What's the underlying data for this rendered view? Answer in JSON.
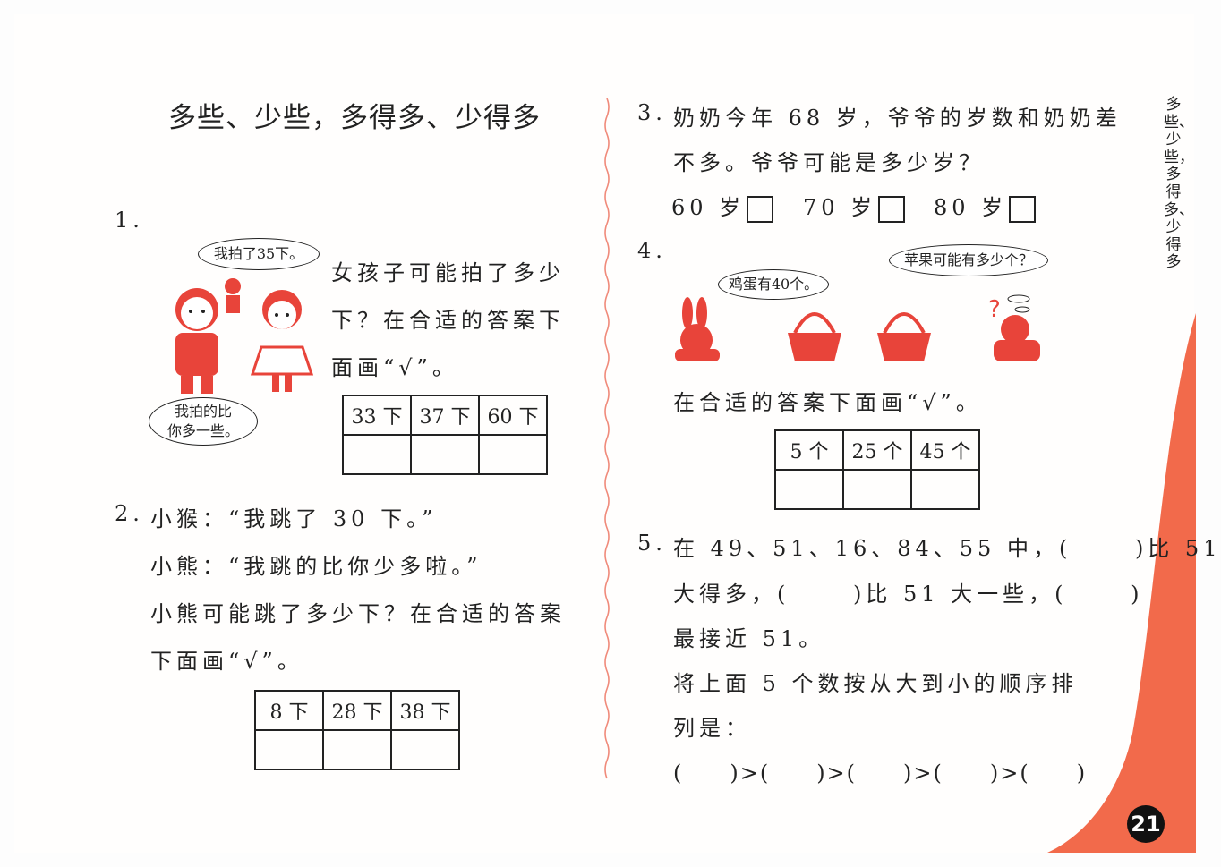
{
  "title": "多些、少些，多得多、少得多",
  "side_title": "多些、少些，多得多、少得多",
  "page_number": "21",
  "colors": {
    "accent": "#f26a4b",
    "ink": "#222222",
    "illustration": "#e8443a"
  },
  "q1": {
    "num": "1.",
    "bubble_girl": "我拍了35下。",
    "bubble_boy_1": "我拍的比",
    "bubble_boy_2": "你多一些。",
    "lines": [
      "女孩子可能拍了多少",
      "下？在合适的答案下",
      "面画“√”。"
    ],
    "options": [
      "33 下",
      "37 下",
      "60 下"
    ]
  },
  "q2": {
    "num": "2.",
    "lines": [
      "小猴：“我跳了 30 下。”",
      "小熊：“我跳的比你少多啦。”",
      "小熊可能跳了多少下？在合适的答案",
      "下面画“√”。"
    ],
    "options": [
      "8 下",
      "28 下",
      "38 下"
    ]
  },
  "q3": {
    "num": "3.",
    "lines": [
      "奶奶今年 68 岁，爷爷的岁数和奶奶差",
      "不多。爷爷可能是多少岁？"
    ],
    "choices": [
      "60 岁",
      "70 岁",
      "80 岁"
    ]
  },
  "q4": {
    "num": "4.",
    "bubble_rabbit": "鸡蛋有40个。",
    "bubble_bear": "苹果可能有多少个？",
    "instruction": "在合适的答案下面画“√”。",
    "options": [
      "5 个",
      "25 个",
      "45 个"
    ]
  },
  "q5": {
    "num": "5.",
    "lines": [
      "在 49、51、16、84、55 中，(　　 )比 51",
      "大得多，(　　 )比 51 大一些，(　　 )",
      "最接近 51。",
      "将上面 5 个数按从大到小的顺序排",
      "列是：",
      "(　　)>(　　)>(　　)>(　　)>(　　)"
    ]
  }
}
